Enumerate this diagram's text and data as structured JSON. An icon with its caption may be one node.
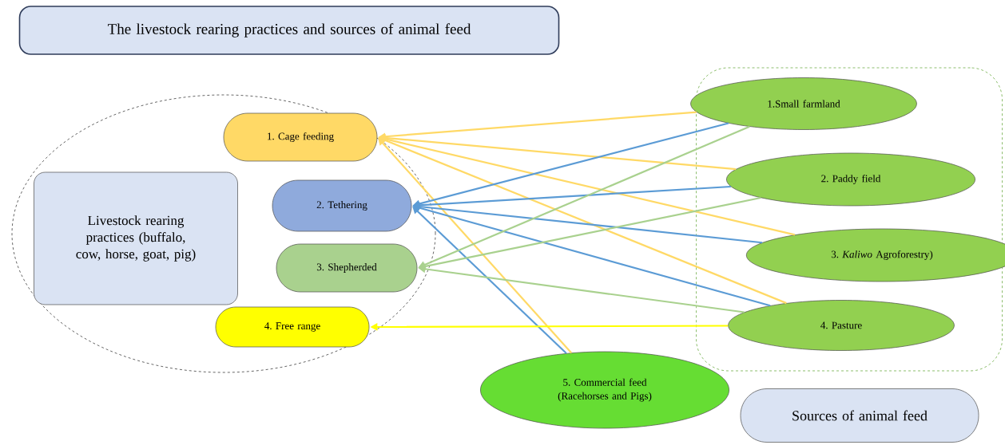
{
  "diagram": {
    "nodes": [
      {
        "text": [
          "The livestock rearing practices and sources of animal feed"
        ]
      },
      {
        "text": [],
        "shape": "ellipse"
      },
      {
        "text": [
          "Livestock rearing practices (buffalo, cow, horse, goat, pig)"
        ],
        "in": 1
      },
      {
        "text": [
          "1. Cage feeding"
        ],
        "in": 1
      },
      {
        "text": [
          "2. Tethering"
        ],
        "in": 1
      },
      {
        "text": [
          "3. Shepherded"
        ],
        "in": 1
      },
      {
        "text": [
          "4. Free range"
        ],
        "in": 1
      },
      {
        "text": [],
        "shape": "box"
      },
      {
        "text": [
          "1.Small farmland"
        ],
        "in": 7
      },
      {
        "text": [
          "2. Paddy field"
        ],
        "in": 7
      },
      {
        "text": [
          "3. *Kaliwo* Agroforestry)"
        ],
        "in": 7
      },
      {
        "text": [
          "4. Pasture"
        ],
        "in": 7
      },
      {
        "text": [
          "5. Commercial feed (Racehorses and Pigs)"
        ]
      },
      {
        "text": [
          "Sources of animal feed"
        ]
      }
    ],
    "edges": [
      {
        "from": 8,
        "to": 3,
        "arrow": "to",
        "color": "#ffd966"
      },
      {
        "from": 9,
        "to": 3,
        "arrow": "to",
        "color": "#ffd966"
      },
      {
        "from": 10,
        "to": 3,
        "arrow": "to",
        "color": "#ffd966"
      },
      {
        "from": 11,
        "to": 3,
        "arrow": "to",
        "color": "#ffd966"
      },
      {
        "from": 12,
        "to": 3,
        "arrow": "to",
        "color": "#ffd966"
      },
      {
        "from": 8,
        "to": 4,
        "arrow": "to",
        "color": "#5b9bd5"
      },
      {
        "from": 9,
        "to": 4,
        "arrow": "to",
        "color": "#5b9bd5"
      },
      {
        "from": 10,
        "to": 4,
        "arrow": "to",
        "color": "#5b9bd5"
      },
      {
        "from": 11,
        "to": 4,
        "arrow": "to",
        "color": "#5b9bd5"
      },
      {
        "from": 12,
        "to": 4,
        "arrow": "to",
        "color": "#5b9bd5"
      },
      {
        "from": 8,
        "to": 5,
        "arrow": "to",
        "color": "#a9d18e"
      },
      {
        "from": 9,
        "to": 5,
        "arrow": "to",
        "color": "#a9d18e"
      },
      {
        "from": 11,
        "to": 5,
        "arrow": "to",
        "color": "#a9d18e"
      },
      {
        "from": 11,
        "to": 6,
        "arrow": "to",
        "color": "#ffff00"
      }
    ]
  }
}
